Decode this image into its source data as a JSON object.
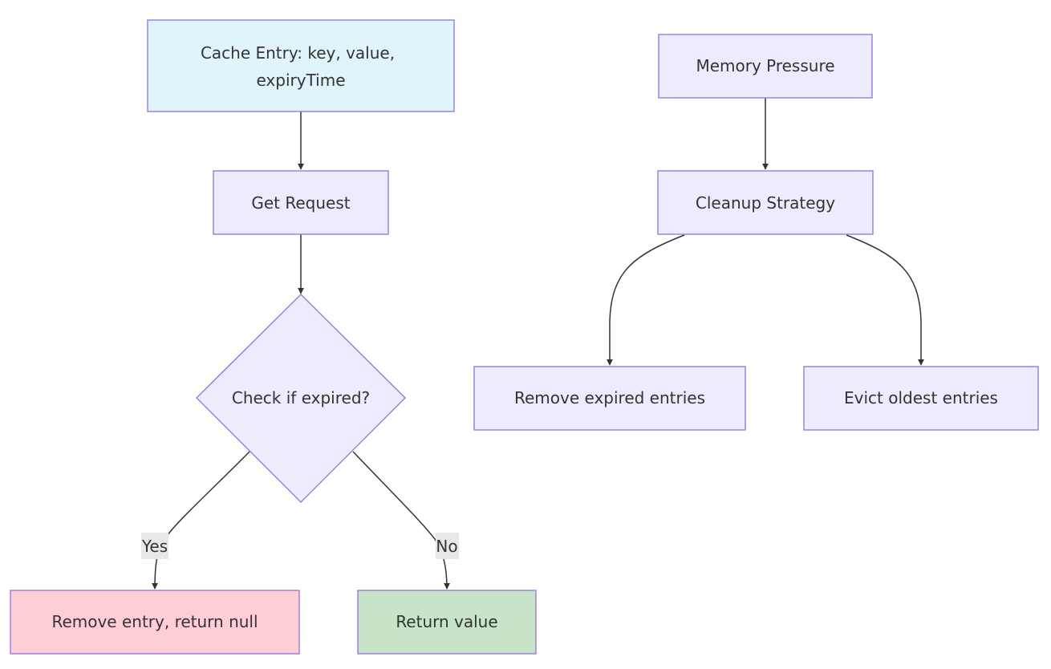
{
  "diagram": {
    "type": "flowchart",
    "nodes": {
      "cache_entry": {
        "label_line1": "Cache Entry: key, value,",
        "label_line2": "expiryTime",
        "fill": "#e0f4fc"
      },
      "get_request": {
        "label": "Get Request",
        "fill": "#ececfe"
      },
      "check_expired": {
        "label": "Check if expired?",
        "fill": "#ececfe"
      },
      "remove_entry": {
        "label": "Remove entry, return null",
        "fill": "#ffcdd6"
      },
      "return_value": {
        "label": "Return value",
        "fill": "#c8e4c8"
      },
      "memory_pressure": {
        "label": "Memory Pressure",
        "fill": "#ececfe"
      },
      "cleanup_strategy": {
        "label": "Cleanup Strategy",
        "fill": "#ececfe"
      },
      "remove_expired": {
        "label": "Remove expired entries",
        "fill": "#ececfe"
      },
      "evict_oldest": {
        "label": "Evict oldest entries",
        "fill": "#ececfe"
      }
    },
    "edges": [
      {
        "from": "cache_entry",
        "to": "get_request",
        "label": ""
      },
      {
        "from": "get_request",
        "to": "check_expired",
        "label": ""
      },
      {
        "from": "check_expired",
        "to": "remove_entry",
        "label": "Yes"
      },
      {
        "from": "check_expired",
        "to": "return_value",
        "label": "No"
      },
      {
        "from": "memory_pressure",
        "to": "cleanup_strategy",
        "label": ""
      },
      {
        "from": "cleanup_strategy",
        "to": "remove_expired",
        "label": ""
      },
      {
        "from": "cleanup_strategy",
        "to": "evict_oldest",
        "label": ""
      }
    ],
    "colors": {
      "border": "#9370db",
      "edge": "#333333",
      "text": "#333333",
      "edge_label_bg": "#e8e8e8"
    }
  }
}
